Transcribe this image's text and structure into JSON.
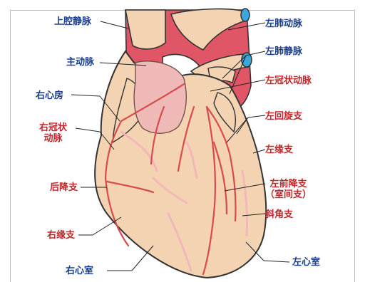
{
  "labels": {
    "superior_vena_cava": "上腔静脉",
    "aorta": "主动脉",
    "right_atrium": "右心房",
    "right_coronary_artery_1": "右冠状",
    "right_coronary_artery_2": "动脉",
    "posterior_descending_branch": "后降支",
    "right_marginal_branch": "右缘支",
    "right_ventricle": "右心室",
    "pulmonary_artery": "左肺动脉",
    "pulmonary_vein": "左肺静脉",
    "left_coronary_artery": "左冠状动脉",
    "circumflex_branch": "左回旋支",
    "left_marginal_branch": "左缘支",
    "anterior_descending_branch": "左前降支",
    "interventricular_branch": "（室间支）",
    "diagonal_branch": "斜角支",
    "left_ventricle": "左心室"
  },
  "colors": {
    "label_blue": "#1a3f8e",
    "label_red": "#c0282c",
    "heart_tissue": "#f3d3b2",
    "vessel_red": "#e05666",
    "coronary_artery": "#d94a4f",
    "vein_pale": "#f2b8b8",
    "vessel_cap": "#3aa7df"
  }
}
